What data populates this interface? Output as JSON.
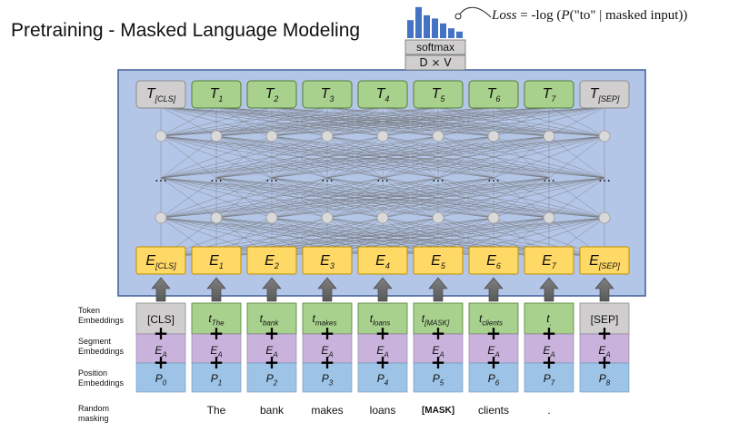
{
  "title": "Pretraining - Masked Language Modeling",
  "loss": {
    "name": "Loss",
    "eq": " = -log (",
    "p": "P",
    "arg": "(\"to\" | masked input))"
  },
  "softmax_label": "softmax",
  "dv_label": "D ⨯ V",
  "histogram_values": [
    0.55,
    0.95,
    0.7,
    0.6,
    0.45,
    0.3,
    0.2
  ],
  "output_tokens": [
    {
      "main": "T",
      "sub": "[CLS]"
    },
    {
      "main": "T",
      "sub": "1"
    },
    {
      "main": "T",
      "sub": "2"
    },
    {
      "main": "T",
      "sub": "3"
    },
    {
      "main": "T",
      "sub": "4"
    },
    {
      "main": "T",
      "sub": "5"
    },
    {
      "main": "T",
      "sub": "6"
    },
    {
      "main": "T",
      "sub": "7"
    },
    {
      "main": "T",
      "sub": "[SEP]"
    }
  ],
  "input_embeddings": [
    {
      "main": "E",
      "sub": "[CLS]"
    },
    {
      "main": "E",
      "sub": "1"
    },
    {
      "main": "E",
      "sub": "2"
    },
    {
      "main": "E",
      "sub": "3"
    },
    {
      "main": "E",
      "sub": "4"
    },
    {
      "main": "E",
      "sub": "5"
    },
    {
      "main": "E",
      "sub": "6"
    },
    {
      "main": "E",
      "sub": "7"
    },
    {
      "main": "E",
      "sub": "[SEP]"
    }
  ],
  "row_labels": {
    "token": [
      "Token",
      "Embeddings"
    ],
    "segment": [
      "Segment",
      "Embeddings"
    ],
    "position": [
      "Position",
      "Embeddings"
    ],
    "masking": [
      "Random",
      "masking"
    ]
  },
  "token_embeddings": [
    {
      "main": "[CLS]",
      "sub": "",
      "plain": true
    },
    {
      "main": "t",
      "sub": "The"
    },
    {
      "main": "t",
      "sub": "bank"
    },
    {
      "main": "t",
      "sub": "makes"
    },
    {
      "main": "t",
      "sub": "loans"
    },
    {
      "main": "t",
      "sub": "[MASK]"
    },
    {
      "main": "t",
      "sub": "clients"
    },
    {
      "main": "t",
      "sub": "."
    },
    {
      "main": "[SEP]",
      "sub": "",
      "plain": true
    }
  ],
  "segment_embeddings": [
    {
      "main": "E",
      "sub": "A"
    },
    {
      "main": "E",
      "sub": "A"
    },
    {
      "main": "E",
      "sub": "A"
    },
    {
      "main": "E",
      "sub": "A"
    },
    {
      "main": "E",
      "sub": "A"
    },
    {
      "main": "E",
      "sub": "A"
    },
    {
      "main": "E",
      "sub": "A"
    },
    {
      "main": "E",
      "sub": "A"
    },
    {
      "main": "E",
      "sub": "A"
    }
  ],
  "position_embeddings": [
    {
      "main": "P",
      "sub": "0"
    },
    {
      "main": "P",
      "sub": "1"
    },
    {
      "main": "P",
      "sub": "2"
    },
    {
      "main": "P",
      "sub": "3"
    },
    {
      "main": "P",
      "sub": "4"
    },
    {
      "main": "P",
      "sub": "5"
    },
    {
      "main": "P",
      "sub": "6"
    },
    {
      "main": "P",
      "sub": "7"
    },
    {
      "main": "P",
      "sub": "8"
    }
  ],
  "plus_sign": "+",
  "ellipsis": "…",
  "masking_words": [
    "",
    "The",
    "bank",
    "makes",
    "loans",
    "[MASK]",
    "clients",
    ".",
    ""
  ],
  "masking_bold": [
    false,
    false,
    false,
    false,
    false,
    true,
    false,
    false,
    false
  ],
  "colors": {
    "panel_fill": "#b4c6e7",
    "panel_stroke": "#3f5e9a",
    "green": "#a9d18e",
    "green_stroke": "#507e32",
    "gray": "#d0cece",
    "gray_stroke": "#8c8c8c",
    "yellow": "#ffd966",
    "yellow_stroke": "#c09000",
    "purple": "#c9b3dc",
    "blue": "#9dc3e6",
    "bar": "#4472c4",
    "node": "#d9d9d9",
    "line": "#707070"
  }
}
